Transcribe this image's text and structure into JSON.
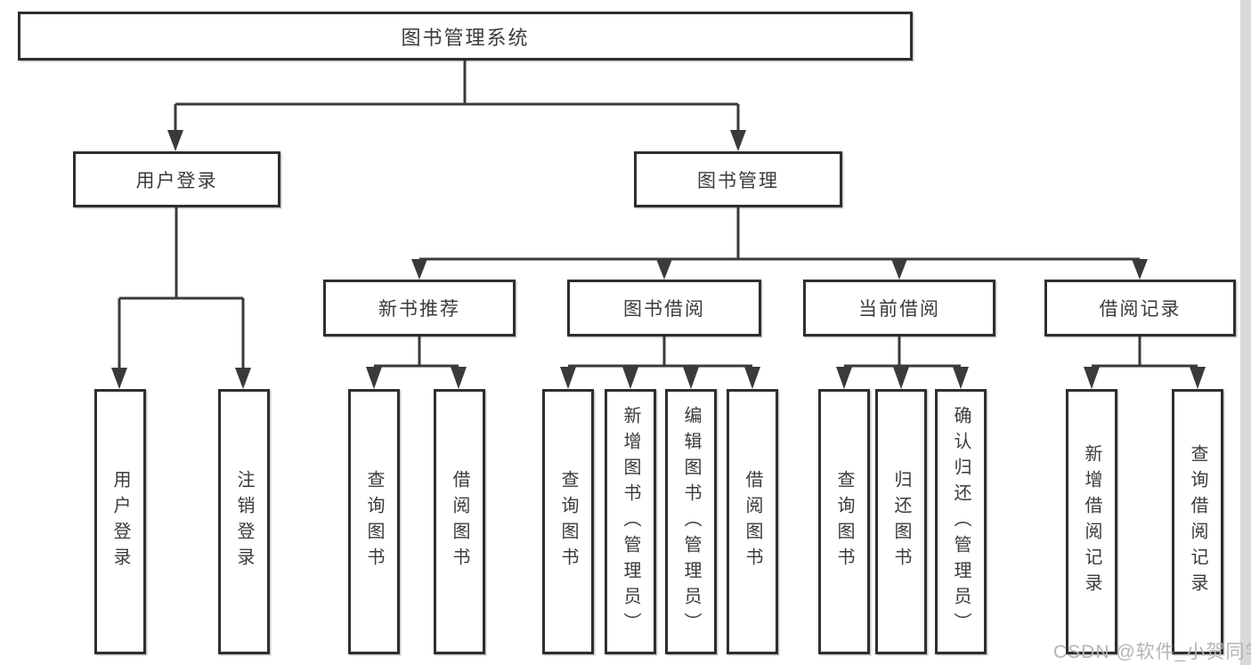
{
  "tree": {
    "root": {
      "label": "图书管理系统"
    },
    "children": [
      {
        "label": "用户登录",
        "children": [
          {
            "label": "用户登录"
          },
          {
            "label": "注销登录"
          }
        ]
      },
      {
        "label": "图书管理",
        "children": [
          {
            "label": "新书推荐",
            "children": [
              {
                "label": "查询图书"
              },
              {
                "label": "借阅图书"
              }
            ]
          },
          {
            "label": "图书借阅",
            "children": [
              {
                "label": "查询图书"
              },
              {
                "label": "新增图书（管理员）"
              },
              {
                "label": "编辑图书（管理员）"
              },
              {
                "label": "借阅图书"
              }
            ]
          },
          {
            "label": "当前借阅",
            "children": [
              {
                "label": "查询图书"
              },
              {
                "label": "归还图书"
              },
              {
                "label": "确认归还（管理员）"
              }
            ]
          },
          {
            "label": "借阅记录",
            "children": [
              {
                "label": "新增借阅记录"
              },
              {
                "label": "查询借阅记录"
              }
            ]
          }
        ]
      }
    ]
  },
  "watermark": {
    "text": "CSDN @软件_小贺同学"
  },
  "colors": {
    "line": "#3a3a3a",
    "border": "#2e2e2e",
    "text": "#3b3b3b",
    "watermark": "#b5b5b5",
    "edge_band": "#d9d9d9",
    "background": "#ffffff"
  }
}
